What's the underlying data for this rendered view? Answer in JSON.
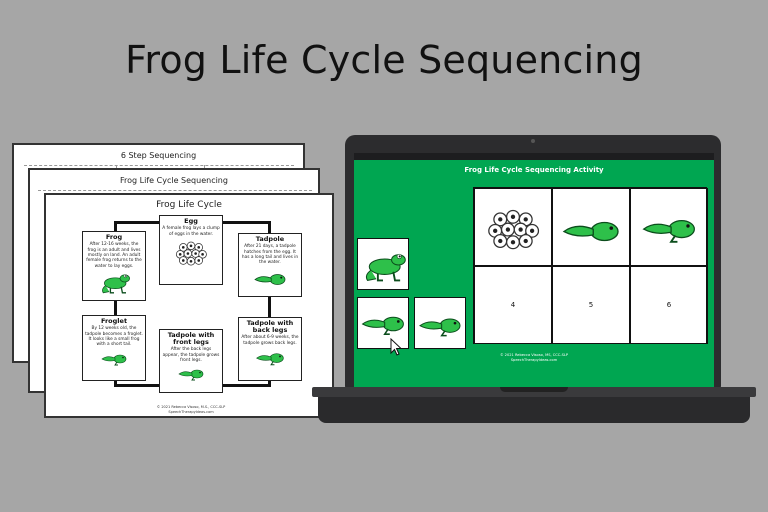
{
  "page_title": "Frog Life Cycle Sequencing",
  "worksheets": {
    "back_title": "6 Step Sequencing",
    "middle_title": "Frog Life Cycle Sequencing",
    "front": {
      "title": "Frog Life Cycle",
      "stages": [
        {
          "heading": "Egg",
          "text": "A female frog lays a clump of eggs in the water."
        },
        {
          "heading": "Tadpole",
          "text": "After 21 days, a tadpole hatches from the egg. It has a long tail and lives in the water."
        },
        {
          "heading": "Tadpole with back legs",
          "text": "After about 6-9 weeks, the tadpole grows back legs."
        },
        {
          "heading": "Tadpole with front legs",
          "text": "After the back legs appear, the tadpole grows front legs."
        },
        {
          "heading": "Froglet",
          "text": "By 12 weeks old, the tadpole becomes a froglet. It looks like a small frog with a short tail."
        },
        {
          "heading": "Frog",
          "text": "After 12-16 weeks, the frog is an adult and lives mostly on land. An adult female frog returns to the water to lay eggs."
        }
      ],
      "copyright_line1": "© 2021 Rebecca Visoso, M.S., CCC-SLP",
      "copyright_line2": "SpeechTherapyIdeas.com"
    }
  },
  "activity": {
    "title": "Frog Life Cycle Sequencing Activity",
    "slot_numbers": [
      "4",
      "5",
      "6"
    ],
    "copyright_line1": "© 2021 Rebecca Visoso, MS, CCC-SLP",
    "copyright_line2": "SpeechTherapyIdeas.com"
  },
  "colors": {
    "background": "#a6a6a6",
    "slide_green": "#00a651",
    "frog_green": "#2ec04a",
    "laptop": "#2c2c2e"
  },
  "icons": [
    "frog-icon",
    "egg-cluster-icon",
    "tadpole-icon",
    "cursor-icon"
  ]
}
